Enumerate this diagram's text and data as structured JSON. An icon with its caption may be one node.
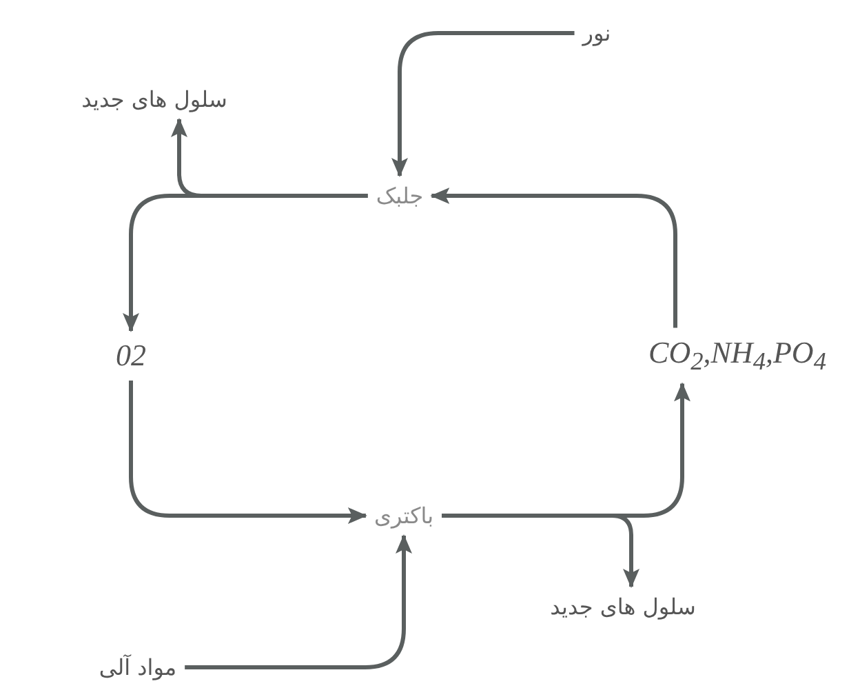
{
  "diagram": {
    "nodes": [
      {
        "text": [
          "نور"
        ]
      },
      {
        "text": [
          "سلول های جدید"
        ]
      },
      {
        "text": [
          "جلبک"
        ]
      },
      {
        "text": [
          "02"
        ]
      },
      {
        "text": [
          "CO$_{2}$,NH$_{4}$,PO$_{4}$"
        ]
      },
      {
        "text": [
          "باکتری"
        ]
      },
      {
        "text": [
          "سلول های جدید"
        ]
      },
      {
        "text": [
          "مواد آلی"
        ]
      }
    ],
    "edges": [
      {
        "from": 0,
        "to": 2,
        "arrow": "to"
      },
      {
        "from": 2,
        "to": 1,
        "arrow": "to"
      },
      {
        "from": 2,
        "to": 3,
        "arrow": "to"
      },
      {
        "from": 3,
        "to": 5,
        "arrow": "to"
      },
      {
        "from": 5,
        "to": 4,
        "arrow": "to"
      },
      {
        "from": 5,
        "to": 6,
        "arrow": "to"
      },
      {
        "from": 4,
        "to": 2,
        "arrow": "to"
      },
      {
        "from": 7,
        "to": 5,
        "arrow": "to"
      }
    ]
  }
}
